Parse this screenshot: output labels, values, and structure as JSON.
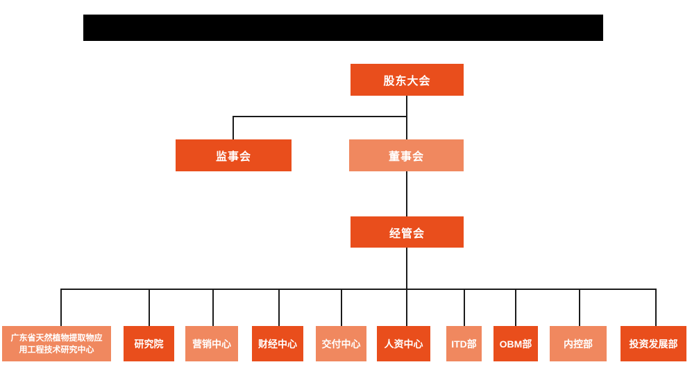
{
  "page": {
    "background": "#ffffff"
  },
  "redacted_title_bar": {
    "color": "#000000"
  },
  "org_chart": {
    "type": "org-chart",
    "colors": {
      "primary_box": "#E94E1C",
      "secondary_box": "#F0885F",
      "connector_line": "#1a1a1a",
      "box_text": "#ffffff"
    },
    "levels": {
      "level1": {
        "shareholders": {
          "label": "股东大会"
        }
      },
      "level2": {
        "supervisory": {
          "label": "监事会"
        },
        "board": {
          "label": "董事会"
        }
      },
      "level3": {
        "management": {
          "label": "经管会"
        }
      },
      "level4": [
        {
          "label": "广东省天然植物提取物应用工程技术研究中心"
        },
        {
          "label": "研究院"
        },
        {
          "label": "营销中心"
        },
        {
          "label": "财经中心"
        },
        {
          "label": "交付中心"
        },
        {
          "label": "人资中心"
        },
        {
          "label": "ITD部"
        },
        {
          "label": "OBM部"
        },
        {
          "label": "内控部"
        },
        {
          "label": "投资发展部"
        }
      ]
    }
  }
}
